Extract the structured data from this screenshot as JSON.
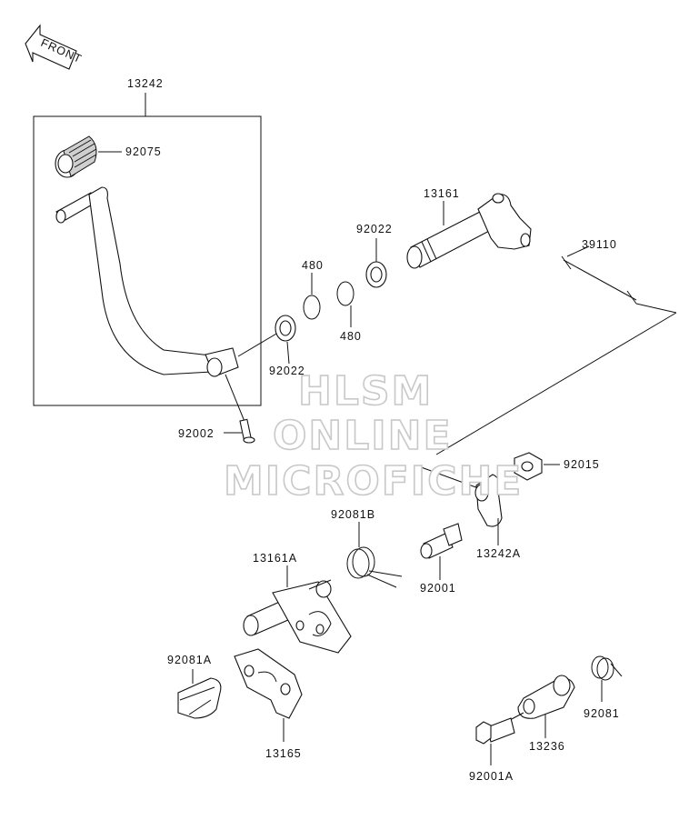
{
  "front_badge": "FRONT",
  "watermark": [
    "HLSM",
    "ONLINE",
    "MICROFICHE"
  ],
  "parts": {
    "p13242": "13242",
    "p92075": "92075",
    "p92022a": "92022",
    "p92022b": "92022",
    "p480a": "480",
    "p480b": "480",
    "p13161": "13161",
    "p39110": "39110",
    "p92002": "92002",
    "p92015": "92015",
    "p92081B": "92081B",
    "p13242A": "13242A",
    "p92001": "92001",
    "p13161A": "13161A",
    "p92081A": "92081A",
    "p92081": "92081",
    "p13236": "13236",
    "p13165": "13165",
    "p92001A": "92001A"
  }
}
